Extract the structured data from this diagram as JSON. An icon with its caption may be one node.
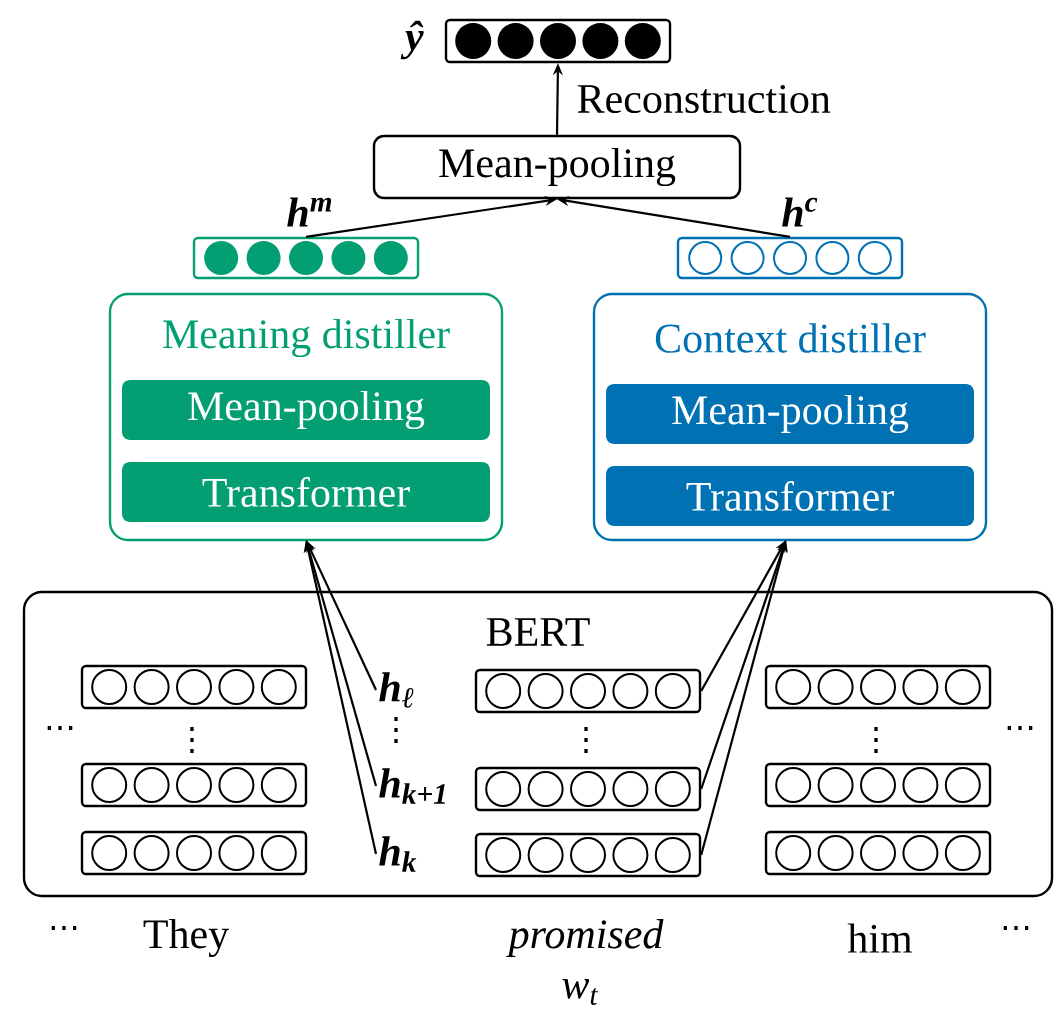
{
  "diagram": {
    "nodes": [
      {
        "text": [],
        "shape": "bar",
        "beside": [
          "ŷ"
        ]
      },
      {
        "text": [
          "Mean-pooling"
        ]
      },
      {
        "text": [],
        "shape": "bar",
        "beside": [
          "h$^{m}$"
        ]
      },
      {
        "text": [],
        "shape": "bar",
        "beside": [
          "h$^{c}$"
        ]
      },
      {
        "text": [
          "Meaning distiller"
        ]
      },
      {
        "text": [
          "Mean-pooling"
        ],
        "in": 4
      },
      {
        "text": [
          "Transformer"
        ],
        "in": 4
      },
      {
        "text": [
          "Context distiller"
        ]
      },
      {
        "text": [
          "Mean-pooling"
        ],
        "in": 7
      },
      {
        "text": [
          "Transformer"
        ],
        "in": 7
      },
      {
        "text": [
          "BERT"
        ]
      },
      {
        "text": [],
        "shape": "bar",
        "in": 10
      },
      {
        "text": [],
        "shape": "bar",
        "in": 10
      },
      {
        "text": [],
        "shape": "bar",
        "in": 10
      },
      {
        "text": [],
        "shape": "bar",
        "in": 10,
        "beside": [
          "h$_{ℓ}$"
        ]
      },
      {
        "text": [],
        "shape": "bar",
        "in": 10,
        "beside": [
          "h$_{k+1}$"
        ]
      },
      {
        "text": [],
        "shape": "bar",
        "in": 10,
        "beside": [
          "h$_{k}$"
        ]
      },
      {
        "text": [],
        "shape": "bar",
        "in": 10
      },
      {
        "text": [],
        "shape": "bar",
        "in": 10
      },
      {
        "text": [],
        "shape": "bar",
        "in": 10
      }
    ],
    "edges": [
      {
        "from": 1,
        "to": 0,
        "arrow": "to",
        "label": "Reconstruction"
      },
      {
        "from": 2,
        "to": 1,
        "arrow": "to"
      },
      {
        "from": 3,
        "to": 1,
        "arrow": "to"
      },
      {
        "from": 14,
        "to": 4,
        "arrow": "to"
      },
      {
        "from": 15,
        "to": 4,
        "arrow": "to"
      },
      {
        "from": 16,
        "to": 4,
        "arrow": "to"
      },
      {
        "from": 14,
        "to": 7,
        "arrow": "to"
      },
      {
        "from": 15,
        "to": 7,
        "arrow": "to"
      },
      {
        "from": 16,
        "to": 7,
        "arrow": "to"
      }
    ],
    "labels": [
      "⋯",
      "⋮",
      "⋮",
      "⋮",
      "⋮",
      "⋯",
      "⋯",
      "They",
      "promised",
      "him",
      "⋯",
      "w$_{t}$"
    ]
  }
}
